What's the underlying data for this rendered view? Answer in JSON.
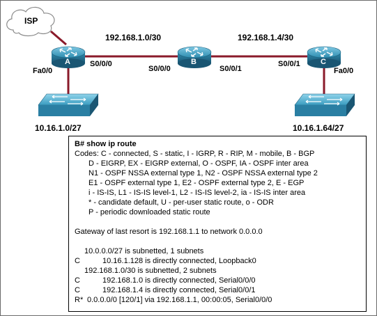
{
  "topology": {
    "cloud": {
      "label": "ISP",
      "icon": "cloud-icon"
    },
    "routers": [
      {
        "id": "A",
        "icon": "router-icon"
      },
      {
        "id": "B",
        "icon": "router-icon"
      },
      {
        "id": "C",
        "icon": "router-icon"
      }
    ],
    "switch_icon": "switch-icon",
    "links": {
      "ab_network": "192.168.1.0/30",
      "bc_network": "192.168.1.4/30"
    },
    "interfaces": {
      "a_serial": "S0/0/0",
      "a_fast": "Fa0/0",
      "b_left": "S0/0/0",
      "b_right": "S0/0/1",
      "c_serial": "S0/0/1",
      "c_fast": "Fa0/0"
    },
    "lans": {
      "left": "10.16.1.0/27",
      "right": "10.16.1.64/27"
    },
    "colors": {
      "serial_link": "#8a1a2a",
      "router_fill": "#2f8db0",
      "router_dark": "#1d5f7c",
      "cloud_stroke": "#8a8a8a"
    }
  },
  "output": {
    "prompt": "B#",
    "command": "show ip route",
    "codes_header": "Codes: C - connected, S - static, I - IGRP, R - RIP, M - mobile, B - BGP",
    "codes": [
      "D - EIGRP, EX - EIGRP external, O - OSPF, IA - OSPF inter area",
      "N1 - OSPF NSSA external type 1, N2 - OSPF NSSA external type 2",
      "E1 - OSPF external type 1, E2 - OSPF external type 2, E - EGP",
      "i - IS-IS, L1 - IS-IS level-1, L2 - IS-IS level-2, ia - IS-IS inter area",
      "* - candidate default, U - per-user static route, o - ODR",
      "P - periodic downloaded static route"
    ],
    "gateway": "Gateway of last resort is 192.168.1.1 to network 0.0.0.0",
    "subnet1": "10.0.0.0/27 is subnetted, 1 subnets",
    "route1_code": "C",
    "route1_text": "10.16.1.128 is directly connected, Loopback0",
    "subnet2": "192.168.1.0/30 is subnetted, 2 subnets",
    "route2_code": "C",
    "route2_text": "192.168.1.0 is directly connected, Serial0/0/0",
    "route3_code": "C",
    "route3_text": "192.168.1.4 is directly connected, Serial0/0/1",
    "route4_code": "R*",
    "route4_text": "0.0.0.0/0 [120/1] via 192.168.1.1, 00:00:05, Serial0/0/0"
  }
}
